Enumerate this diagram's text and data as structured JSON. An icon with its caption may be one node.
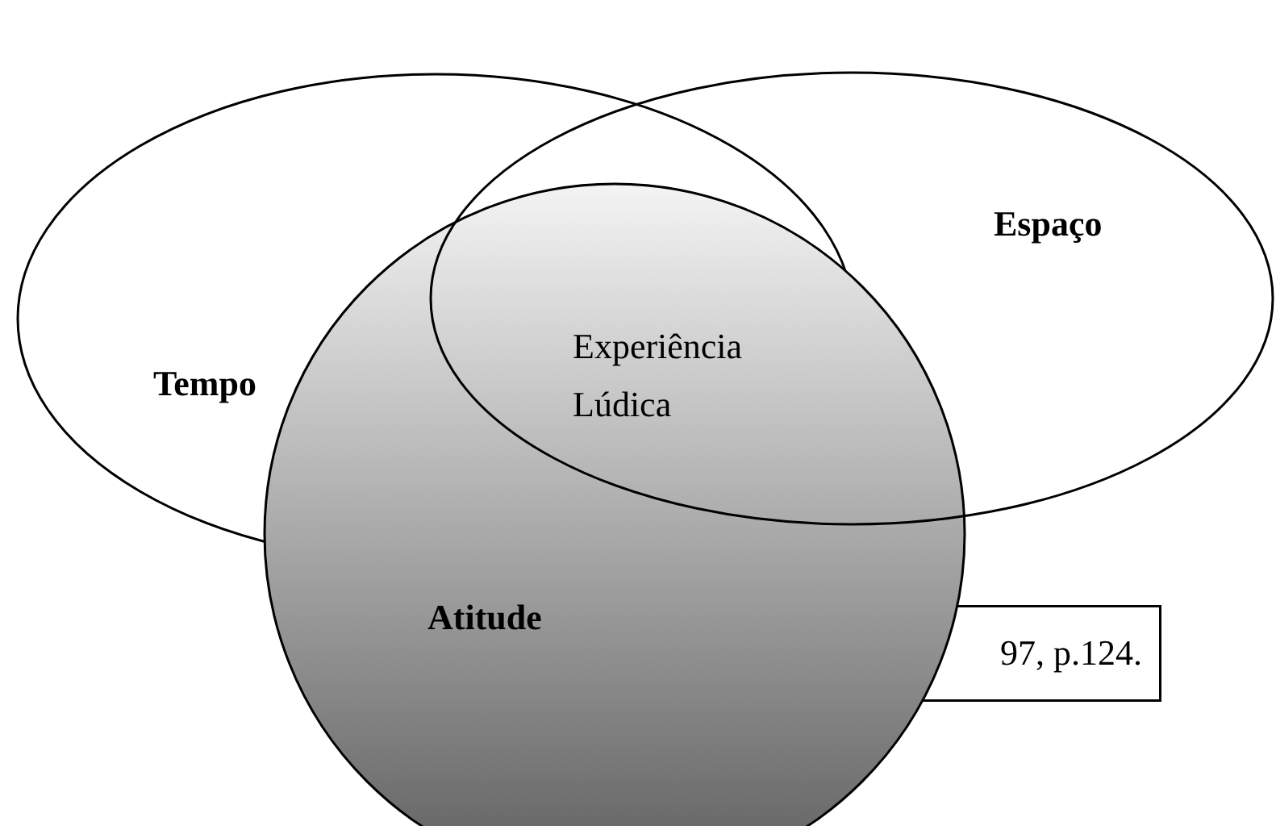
{
  "diagram": {
    "nodes": [
      {
        "text": [
          "Tempo"
        ]
      },
      {
        "text": [
          "Espaço"
        ]
      },
      {
        "text": [
          "Atitude"
        ]
      },
      {
        "text": [
          "97, p.124."
        ]
      }
    ],
    "edges": [],
    "labels": [
      "Experiência Lúdica"
    ]
  }
}
